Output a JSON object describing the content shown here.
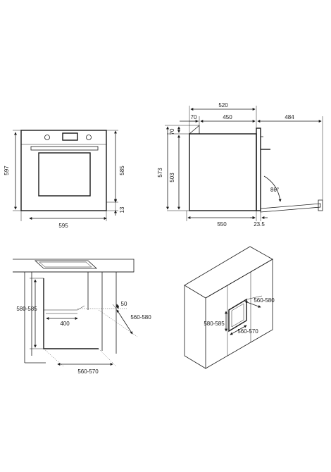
{
  "front_view": {
    "width": "595",
    "height_outer": "597",
    "height_inner": "585",
    "bottom_gap": "13"
  },
  "side_view": {
    "total_depth": "520",
    "front_offset": "70",
    "body_depth": "450",
    "door_open": "484",
    "top_height": "70",
    "height_mid": "503",
    "height_total": "573",
    "bottom_depth": "550",
    "door_thickness": "23.5",
    "door_angle": "86°"
  },
  "undercounter": {
    "cutout_height": "580-585",
    "rear_gap": "50",
    "cutout_depth": "560-580",
    "vent_width": "400",
    "cutout_width": "560-570"
  },
  "column": {
    "cutout_depth": "560-580",
    "cutout_height": "580-585",
    "cutout_width": "560-570"
  }
}
